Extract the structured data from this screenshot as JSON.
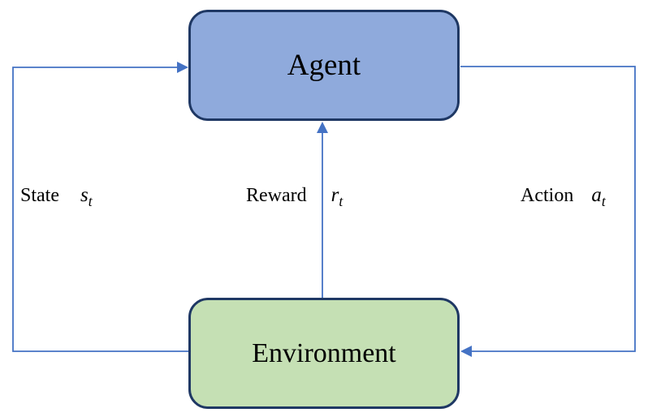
{
  "diagram": {
    "type": "reinforcement-learning-loop",
    "nodes": {
      "agent": {
        "label": "Agent"
      },
      "environment": {
        "label": "Environment"
      }
    },
    "edges": {
      "state": {
        "label": "State",
        "symbol": "s",
        "subscript": "t",
        "from": "environment",
        "to": "agent"
      },
      "reward": {
        "label": "Reward",
        "symbol": "r",
        "subscript": "t",
        "from": "environment",
        "to": "agent"
      },
      "action": {
        "label": "Action",
        "symbol": "a",
        "subscript": "t",
        "from": "agent",
        "to": "environment"
      }
    }
  },
  "colors": {
    "agent_fill": "#8FAADC",
    "agent_border": "#1F3864",
    "env_fill": "#C5E0B4",
    "env_border": "#1F3864",
    "connector": "#4472C4",
    "text": "#000000"
  }
}
